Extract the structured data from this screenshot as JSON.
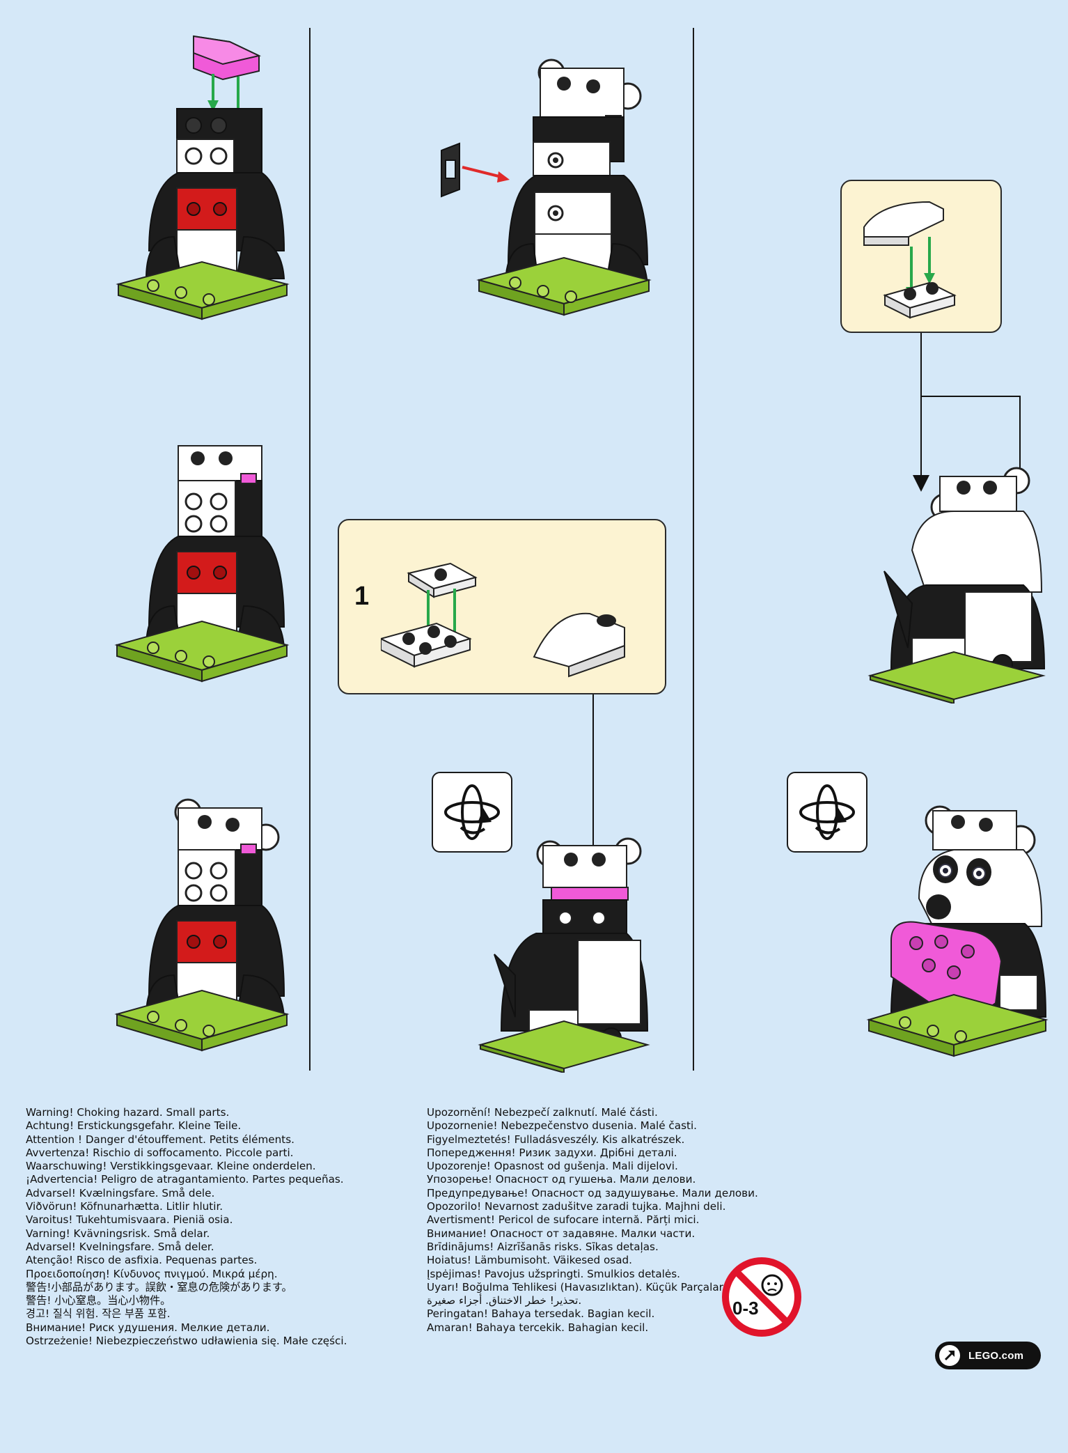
{
  "callout_step": "1",
  "warnings_left": [
    "Warning! Choking hazard. Small parts.",
    "Achtung! Erstickungsgefahr. Kleine Teile.",
    "Attention ! Danger d'étouffement. Petits éléments.",
    "Avvertenza! Rischio di soffocamento. Piccole parti.",
    "Waarschuwing! Verstikkingsgevaar. Kleine onderdelen.",
    "¡Advertencia! Peligro de atragantamiento. Partes pequeñas.",
    "Advarsel! Kvælningsfare. Små dele.",
    "Viðvörun! Köfnunarhætta. Litlir hlutir.",
    "Varoitus! Tukehtumisvaara. Pieniä osia.",
    "Varning! Kvävningsrisk. Små delar.",
    "Advarsel! Kvelningsfare. Små deler.",
    "Atenção! Risco de asfixia. Pequenas partes.",
    "Προειδοποίηση! Κίνδυνος πνιγμού. Μικρά μέρη.",
    "警告!小部品があります。誤飲・窒息の危険があります。",
    "警告! 小心窒息。当心小物件。",
    "경고! 질식 위험. 작은 부품 포함.",
    "Внимание! Риск удушения. Мелкие детали.",
    "Ostrzeżenie! Niebezpieczeństwo udławienia się. Małe części."
  ],
  "warnings_right": [
    "Upozornění! Nebezpečí zalknutí. Malé části.",
    "Upozornenie! Nebezpečenstvo dusenia. Malé časti.",
    "Figyelmeztetés! Fulladásveszély. Kis alkatrészek.",
    "Попередження! Ризик задухи. Дрібні деталі.",
    "Upozorenje! Opasnost od gušenja. Mali dijelovi.",
    "Упозорење! Опасност од гушења. Мали делови.",
    "Предупредување! Опасност од задушување. Мали делови.",
    "Opozorilo! Nevarnost zadušitve zaradi tujka. Majhni deli.",
    "Avertisment! Pericol de sufocare internă. Părți mici.",
    "Внимание! Опасност от задавяне. Малки части.",
    "Brīdinājums! Aizrīšanās risks. Sīkas detaļas.",
    "Hoiatus! Lämbumisoht. Väikesed osad.",
    "Įspėjimas! Pavojus užspringti. Smulkios detalės.",
    "Uyarı! Boğulma Tehlikesi (Havasızlıktan). Küçük Parçalar.",
    "تحذير! خطر الاختناق. أجزاء صغيرة.",
    "Peringatan! Bahaya tersedak. Bagian kecil.",
    "Amaran! Bahaya tercekik. Bahagian kecil."
  ],
  "age_badge": "0-3",
  "lego_link": "LEGO.com",
  "icons": [
    "rotate-model-icon",
    "no-under-3-icon",
    "external-link-arrow-icon"
  ],
  "colors": {
    "background": "#d5e8f8",
    "callout_fill": "#fcf3d2",
    "brick_black": "#1c1c1c",
    "brick_white": "#ffffff",
    "brick_pink": "#f05ad8",
    "brick_red": "#d31b1b",
    "baseplate_green": "#9bd13a",
    "arrow_green": "#27a84a",
    "arrow_red": "#e02a2a",
    "no_symbol_red": "#e1142b"
  }
}
